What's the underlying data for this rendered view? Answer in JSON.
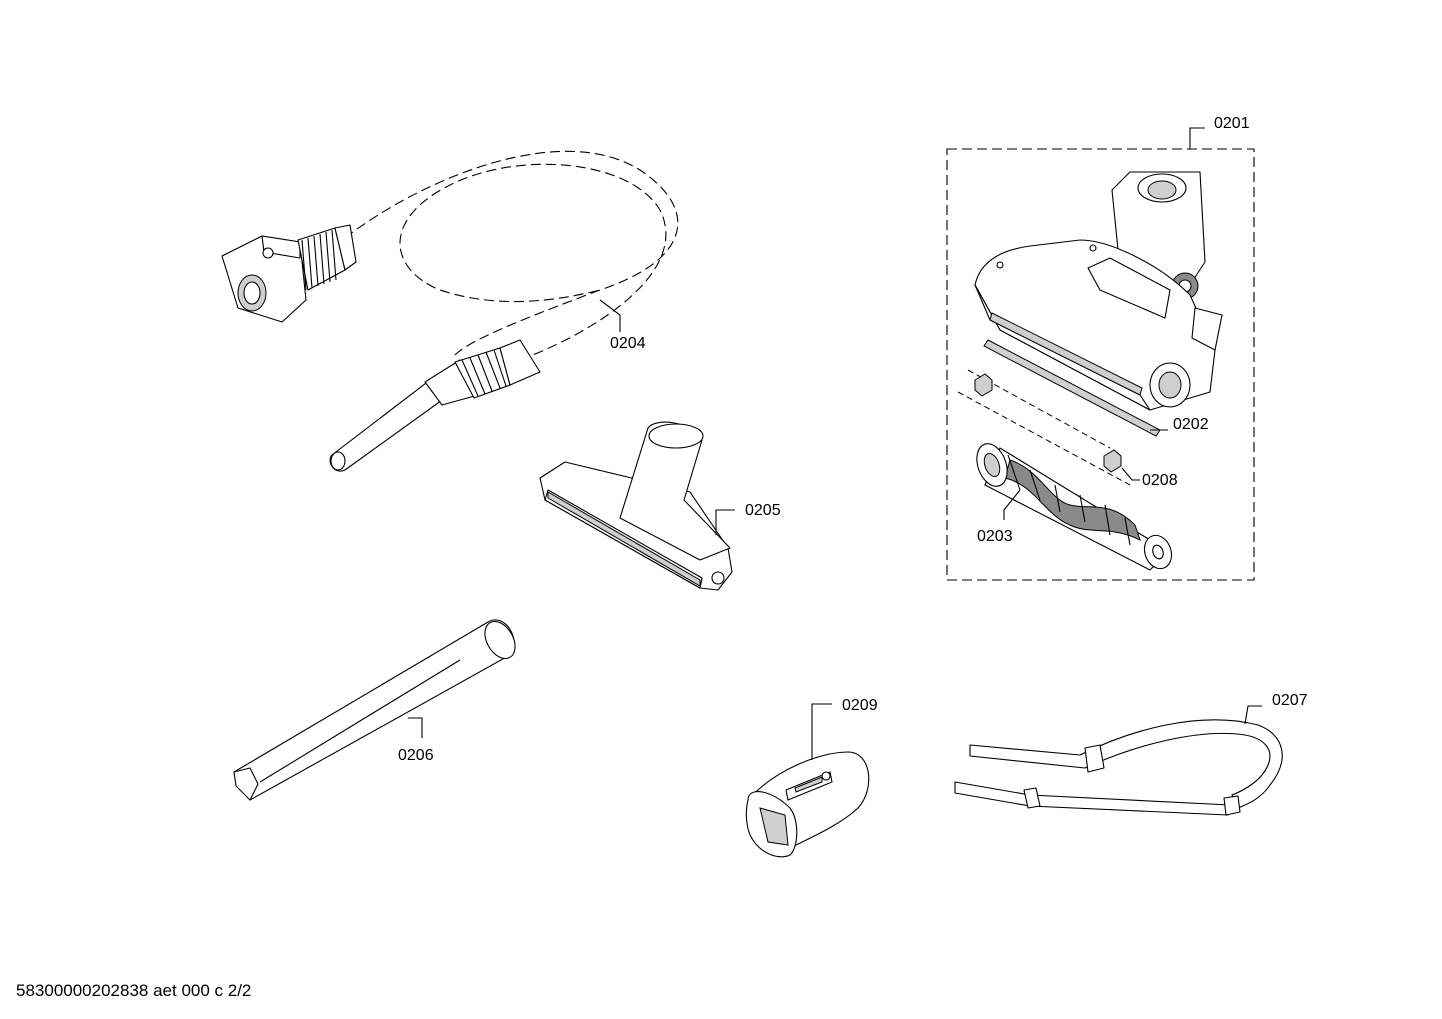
{
  "parts": [
    {
      "id": "0201",
      "label": "0201",
      "name": "turbo-brush-assembly"
    },
    {
      "id": "0202",
      "label": "0202",
      "name": "strip"
    },
    {
      "id": "0203",
      "label": "0203",
      "name": "brush-roller"
    },
    {
      "id": "0204",
      "label": "0204",
      "name": "suction-hose"
    },
    {
      "id": "0205",
      "label": "0205",
      "name": "upholstery-nozzle"
    },
    {
      "id": "0206",
      "label": "0206",
      "name": "crevice-nozzle"
    },
    {
      "id": "0207",
      "label": "0207",
      "name": "carrying-strap"
    },
    {
      "id": "0208",
      "label": "0208",
      "name": "bearing"
    },
    {
      "id": "0209",
      "label": "0209",
      "name": "adapter"
    }
  ],
  "footer": "58300000202838 aet 000 c 2/2"
}
